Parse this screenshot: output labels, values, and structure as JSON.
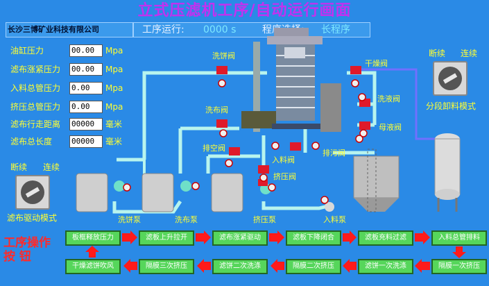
{
  "title": "立式压滤机工序/自动运行画面",
  "company": "长沙三博矿业科技有限公司",
  "status": {
    "process_label": "工序运行:",
    "process_value": "0000 s",
    "program_label": "程序选择:",
    "program_value": "长程序"
  },
  "params": [
    {
      "label": "油缸压力",
      "value": "00.00",
      "unit": "Mpa"
    },
    {
      "label": "滤布涨紧压力",
      "value": "00.00",
      "unit": "Mpa"
    },
    {
      "label": "入料总管压力",
      "value": "0.00",
      "unit": "Mpa"
    },
    {
      "label": "挤压总管压力",
      "value": "0.00",
      "unit": "Mpa"
    },
    {
      "label": "滤布行走距离",
      "value": "00000",
      "unit": "毫米"
    },
    {
      "label": "滤布总长度",
      "value": "00000",
      "unit": "毫米"
    }
  ],
  "mode_left": {
    "off": "断续",
    "on": "连续",
    "name": "滤布驱动模式"
  },
  "mode_right": {
    "off": "断续",
    "on": "连续",
    "name": "分段卸料模式"
  },
  "valves": {
    "cake_wash": "洗饼阀",
    "dry": "干燥阀",
    "wash_liquid": "洗液阀",
    "cloth_wash": "洗布阀",
    "mother_liquor": "母液阀",
    "vent": "排空阀",
    "sewage": "排污阀",
    "feed": "入料阀",
    "squeeze": "挤压阀"
  },
  "pumps": {
    "cake_wash": "洗饼泵",
    "cloth_wash": "洗布泵",
    "squeeze": "挤压泵",
    "feed": "入料泵"
  },
  "op_title": [
    "工序操作",
    "按    钮"
  ],
  "steps_row1": [
    "板框释放压力",
    "滤板上升拉开",
    "滤布涨紧驱动",
    "滤板下降闭合",
    "滤板充料过滤",
    "入料总管排料"
  ],
  "steps_row2": [
    "干燥滤饼吹风",
    "隔膜三次挤压",
    "滤饼二次洗涤",
    "隔膜二次挤压",
    "滤饼一次洗涤",
    "隔膜一次挤压"
  ],
  "colors": {
    "bg": "#2a8ae6",
    "step": "#56d65b",
    "arrow": "#ff1a1a",
    "label": "#ffff33",
    "title": "#c231f0"
  }
}
